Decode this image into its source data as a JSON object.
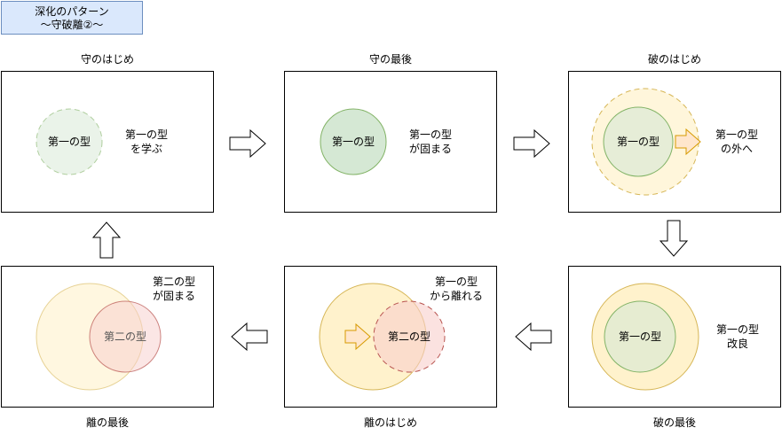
{
  "title": {
    "line1": "深化のパターン",
    "line2": "〜守破離②〜"
  },
  "stages": [
    {
      "label": "守のはじめ",
      "circle_label": "第一の型",
      "caption1": "第一の型",
      "caption2": "を学ぶ"
    },
    {
      "label": "守の最後",
      "circle_label": "第一の型",
      "caption1": "第一の型",
      "caption2": "が固まる"
    },
    {
      "label": "破のはじめ",
      "circle_label": "第一の型",
      "caption1": "第一の型",
      "caption2": "の外へ"
    },
    {
      "label": "破の最後",
      "circle_label": "第一の型",
      "caption1": "第一の型",
      "caption2": "改良"
    },
    {
      "label": "離のはじめ",
      "circle_label": "第二の型",
      "caption1": "第一の型",
      "caption2": "から離れる"
    },
    {
      "label": "離の最後",
      "circle_label": "第二の型",
      "caption1": "第二の型",
      "caption2": "が固まる"
    }
  ],
  "colors": {
    "green_fill": "#d5e8d4",
    "green_stroke": "#82b366",
    "yellow_fill": "#fff2cc",
    "yellow_stroke": "#d6b656",
    "orange_fill": "#ffe6cc",
    "orange_stroke": "#d79b00",
    "red_fill": "#f8cecc",
    "red_stroke": "#b85450",
    "title_fill": "#dae8fc",
    "title_stroke": "#6c8ebf"
  }
}
